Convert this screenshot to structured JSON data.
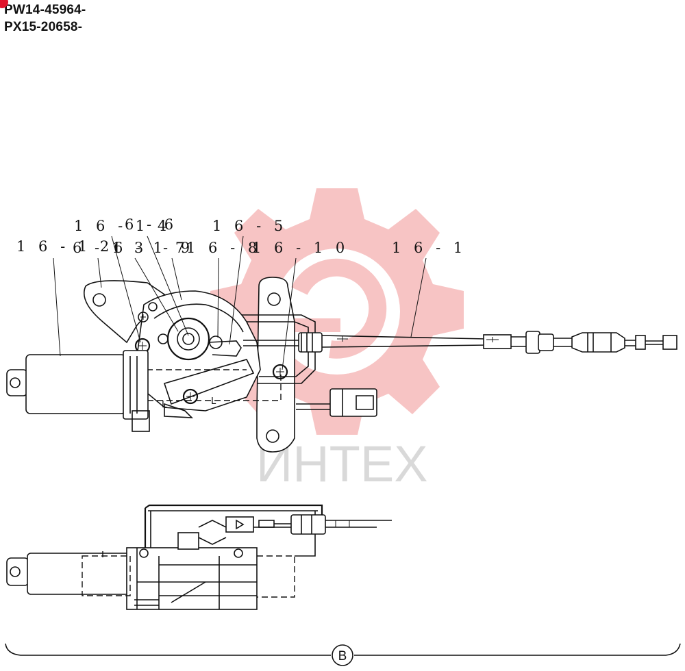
{
  "serial_numbers": [
    "PW14-45964-",
    "PX15-20658-"
  ],
  "callouts": {
    "c_16_14": "1 6 - 1 4",
    "c_16_6": "6 - 6",
    "c_16_5": "1 6 - 5",
    "c_16_12": "1 6 - 1 2",
    "c_16_13": "6 - 1 3",
    "c_16_7": "6 - 1 7",
    "c_16_9": "- 9",
    "c_16_8": "1 6 - 8",
    "c_16_10": "1 6 - 1 0",
    "c_16_1": "1 6 - 1"
  },
  "view_label": "B",
  "watermark": {
    "text": "ИНТЕХ",
    "gear_color": "#f7c4c4",
    "text_color": "#d9d9d9"
  },
  "accent_color": "#e0142b"
}
